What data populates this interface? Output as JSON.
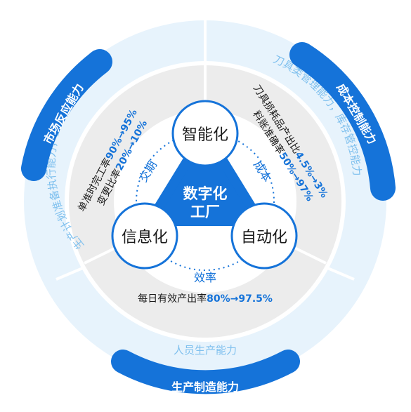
{
  "center": {
    "line1": "数字化",
    "line2": "工厂"
  },
  "nodes": {
    "top": "智能化",
    "left": "信息化",
    "right": "自动化"
  },
  "edges": {
    "left": "交期",
    "right": "成本",
    "bottom": "效率"
  },
  "metrics": {
    "left_a_text": "单准时完工率",
    "left_a_value": "90%→95%",
    "left_b_text": "变更比率",
    "left_b_value": "20%→10%",
    "right_a_text": "刀具损耗品产出比",
    "right_a_value": "4.5%→3%",
    "right_b_text": "料账准确率",
    "right_b_value": "50%→97%",
    "bottom_text": "每日有效产出率",
    "bottom_value": "80%→97.5%"
  },
  "capabilities": {
    "top_left": "生产计划准备执行能力，工单变更的控制能力",
    "top_right": "刀具类管理能力，库存管控能力",
    "bottom": "人员生产能力"
  },
  "banners": {
    "left": "市场反应能力",
    "right": "成本控制能力",
    "bottom": "生产制造能力"
  },
  "colors": {
    "primary": "#1573d9",
    "text_dark": "#1a1a1a",
    "text_light": "#7fc0ee",
    "ring_outer": "#e7f3fc",
    "ring_inner": "#ececec",
    "divider": "#ffffff"
  }
}
